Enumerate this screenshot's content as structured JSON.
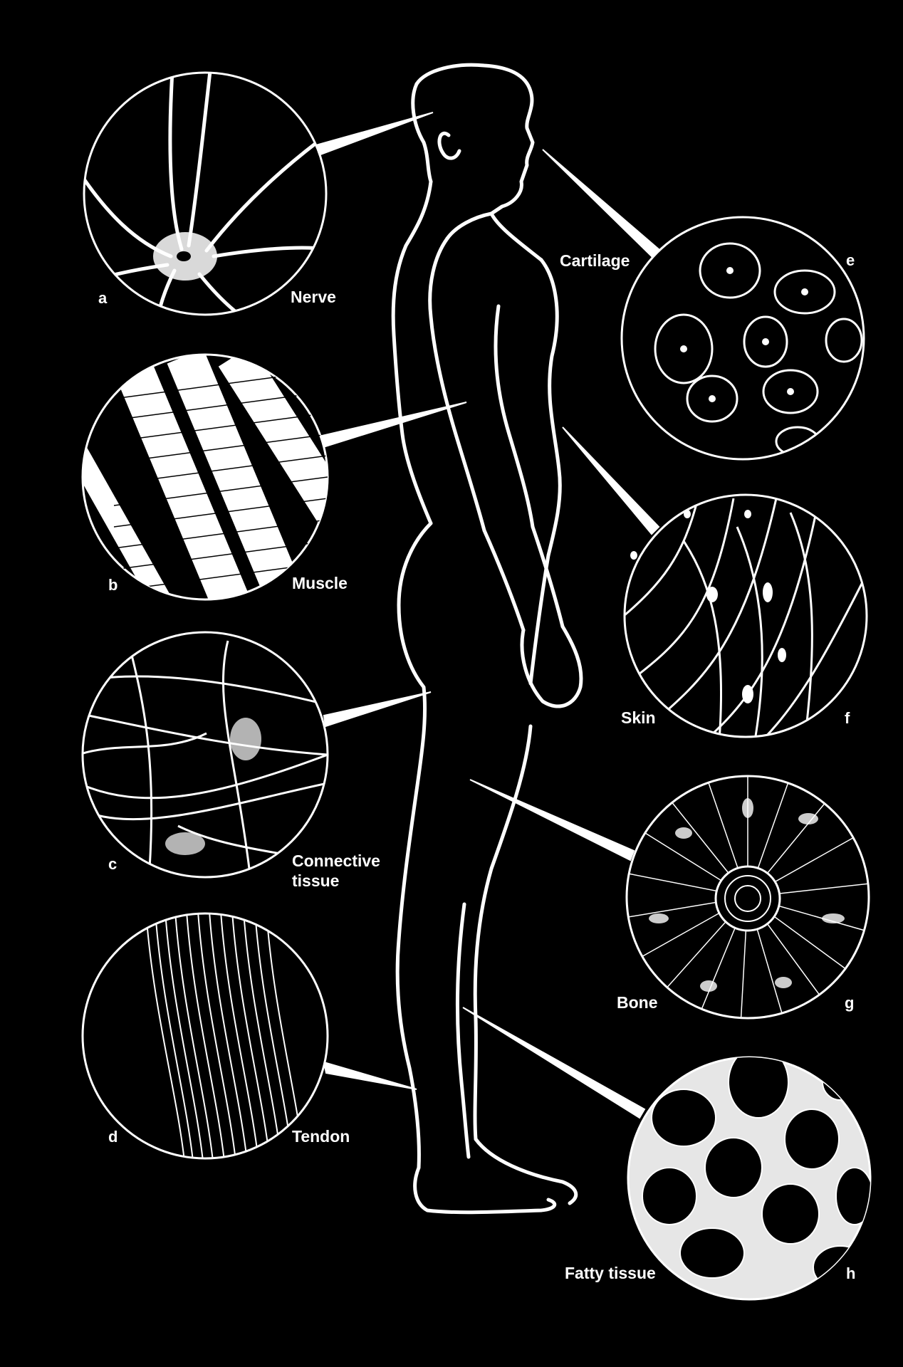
{
  "colors": {
    "background": "#000000",
    "line": "#ffffff"
  },
  "panels": [
    {
      "id": "a",
      "letter": "a",
      "label": "Nerve"
    },
    {
      "id": "b",
      "letter": "b",
      "label": "Muscle"
    },
    {
      "id": "c",
      "letter": "c",
      "label": "Connective tissue"
    },
    {
      "id": "d",
      "letter": "d",
      "label": "Tendon"
    },
    {
      "id": "e",
      "letter": "e",
      "label": "Cartilage"
    },
    {
      "id": "f",
      "letter": "f",
      "label": "Skin"
    },
    {
      "id": "g",
      "letter": "g",
      "label": "Bone"
    },
    {
      "id": "h",
      "letter": "h",
      "label": "Fatty tissue"
    }
  ]
}
